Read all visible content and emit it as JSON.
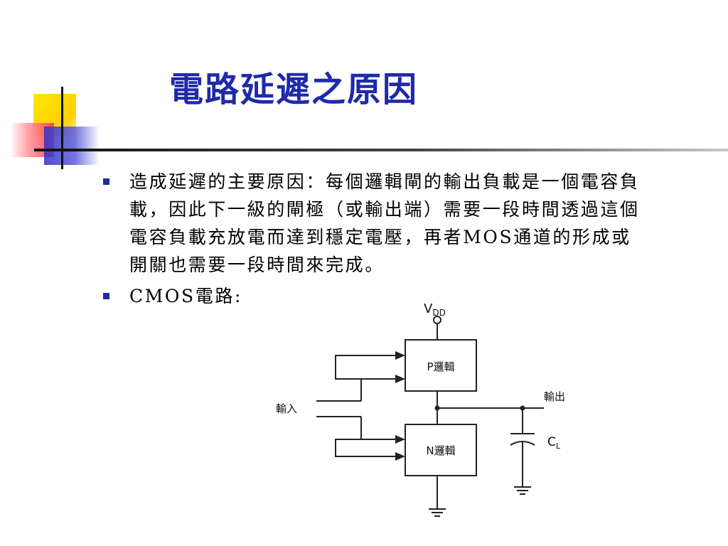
{
  "slide": {
    "title": "電路延遲之原因",
    "bullets": [
      "造成延遲的主要原因：每個邏輯閘的輸出負載是一個電容負載，因此下一級的閘極（或輸出端）需要一段時間透過這個電容負載充放電而達到穩定電壓，再者MOS通道的形成或開關也需要一段時間來完成。",
      "CMOS電路:"
    ],
    "colors": {
      "title": "#1e2aa8",
      "bullet_marker": "#1e2aa8",
      "deco_yellow": "#ffd800",
      "deco_red": "#ff3b4a",
      "deco_blue": "#3030c8"
    }
  },
  "diagram": {
    "vdd_main": "V",
    "vdd_sub": "DD",
    "p_block": "P邏輯",
    "n_block": "N邏輯",
    "input_label": "輸入",
    "output_label": "輸出",
    "cap_main": "C",
    "cap_sub": "L"
  }
}
